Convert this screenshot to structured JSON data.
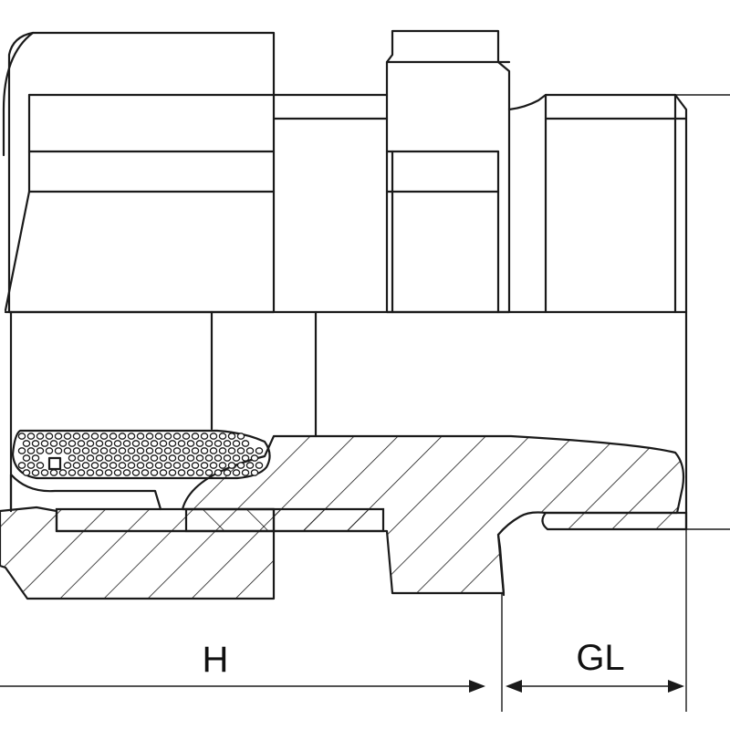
{
  "diagram": {
    "dimensions": [
      {
        "id": "h",
        "label": "H"
      },
      {
        "id": "gl",
        "label": "GL"
      }
    ],
    "colors": {
      "line": "#1a1a1a",
      "background": "#ffffff"
    }
  }
}
